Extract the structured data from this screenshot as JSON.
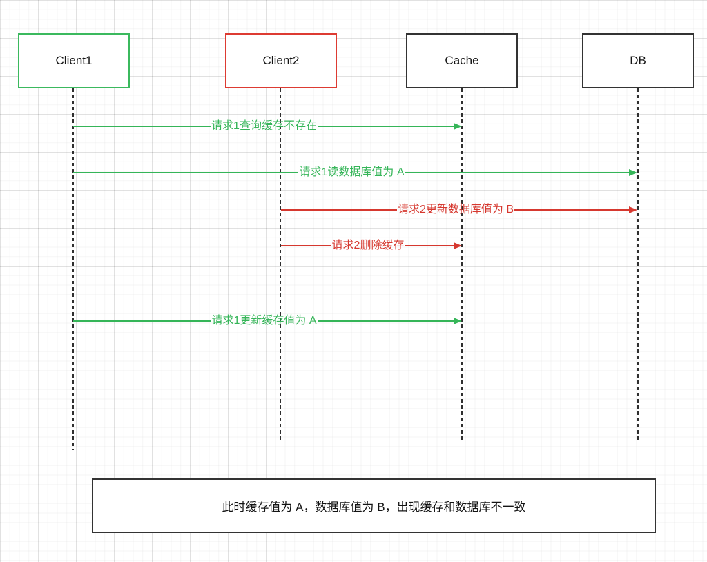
{
  "diagram": {
    "type": "sequence",
    "actors": [
      {
        "id": "client1",
        "label": "Client1",
        "border_color": "#3bb95e"
      },
      {
        "id": "client2",
        "label": "Client2",
        "border_color": "#dd3b32"
      },
      {
        "id": "cache",
        "label": "Cache",
        "border_color": "#333333"
      },
      {
        "id": "db",
        "label": "DB",
        "border_color": "#333333"
      }
    ],
    "messages": [
      {
        "from": "Client1",
        "to": "Cache",
        "label": "请求1查询缓存不存在",
        "color": "#35b558"
      },
      {
        "from": "Client1",
        "to": "DB",
        "label": "请求1读数据库值为 A",
        "color": "#35b558"
      },
      {
        "from": "Client2",
        "to": "DB",
        "label": "请求2更新数据库值为 B",
        "color": "#d6382f"
      },
      {
        "from": "Client2",
        "to": "Cache",
        "label": "请求2删除缓存",
        "color": "#d6382f"
      },
      {
        "from": "Client1",
        "to": "Cache",
        "label": "请求1更新缓存值为 A",
        "color": "#35b558"
      }
    ],
    "note": "此时缓存值为 A，数据库值为 B，出现缓存和数据库不一致",
    "colors": {
      "green": "#35b558",
      "red": "#d6382f",
      "dark": "#333333"
    }
  }
}
